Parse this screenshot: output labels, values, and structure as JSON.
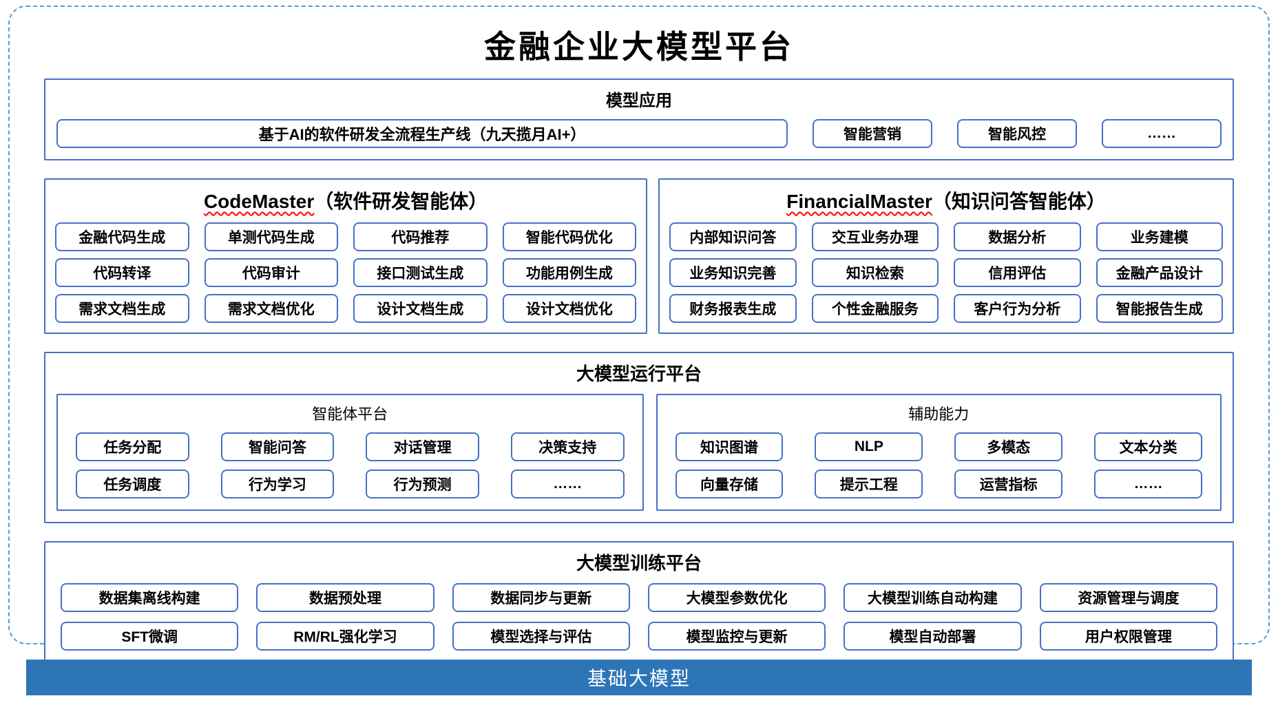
{
  "colors": {
    "accent": "#4472C4",
    "dashed": "#5B9BD5",
    "base_bar": "#2E75B6",
    "underline": "#FF0000"
  },
  "title": "金融企业大模型平台",
  "apps": {
    "title": "模型应用",
    "wide_item": "基于AI的软件研发全流程生产线（九天揽月AI+）",
    "items": [
      "智能营销",
      "智能风控",
      "……"
    ]
  },
  "codemaster": {
    "title_en": "CodeMaster",
    "title_zh": "（软件研发智能体）",
    "rows": [
      [
        "金融代码生成",
        "单测代码生成",
        "代码推荐",
        "智能代码优化"
      ],
      [
        "代码转译",
        "代码审计",
        "接口测试生成",
        "功能用例生成"
      ],
      [
        "需求文档生成",
        "需求文档优化",
        "设计文档生成",
        "设计文档优化"
      ]
    ]
  },
  "financialmaster": {
    "title_en": "FinancialMaster",
    "title_zh": "（知识问答智能体）",
    "rows": [
      [
        "内部知识问答",
        "交互业务办理",
        "数据分析",
        "业务建模"
      ],
      [
        "业务知识完善",
        "知识检索",
        "信用评估",
        "金融产品设计"
      ],
      [
        "财务报表生成",
        "个性金融服务",
        "客户行为分析",
        "智能报告生成"
      ]
    ]
  },
  "runtime": {
    "title": "大模型运行平台",
    "agent_platform": {
      "title": "智能体平台",
      "rows": [
        [
          "任务分配",
          "智能问答",
          "对话管理",
          "决策支持"
        ],
        [
          "任务调度",
          "行为学习",
          "行为预测",
          "……"
        ]
      ]
    },
    "aux": {
      "title": "辅助能力",
      "rows": [
        [
          "知识图谱",
          "NLP",
          "多模态",
          "文本分类"
        ],
        [
          "向量存储",
          "提示工程",
          "运营指标",
          "……"
        ]
      ]
    }
  },
  "training": {
    "title": "大模型训练平台",
    "rows": [
      [
        "数据集离线构建",
        "数据预处理",
        "数据同步与更新",
        "大模型参数优化",
        "大模型训练自动构建",
        "资源管理与调度"
      ],
      [
        "SFT微调",
        "RM/RL强化学习",
        "模型选择与评估",
        "模型监控与更新",
        "模型自动部署",
        "用户权限管理"
      ]
    ]
  },
  "base": {
    "label": "基础大模型"
  }
}
